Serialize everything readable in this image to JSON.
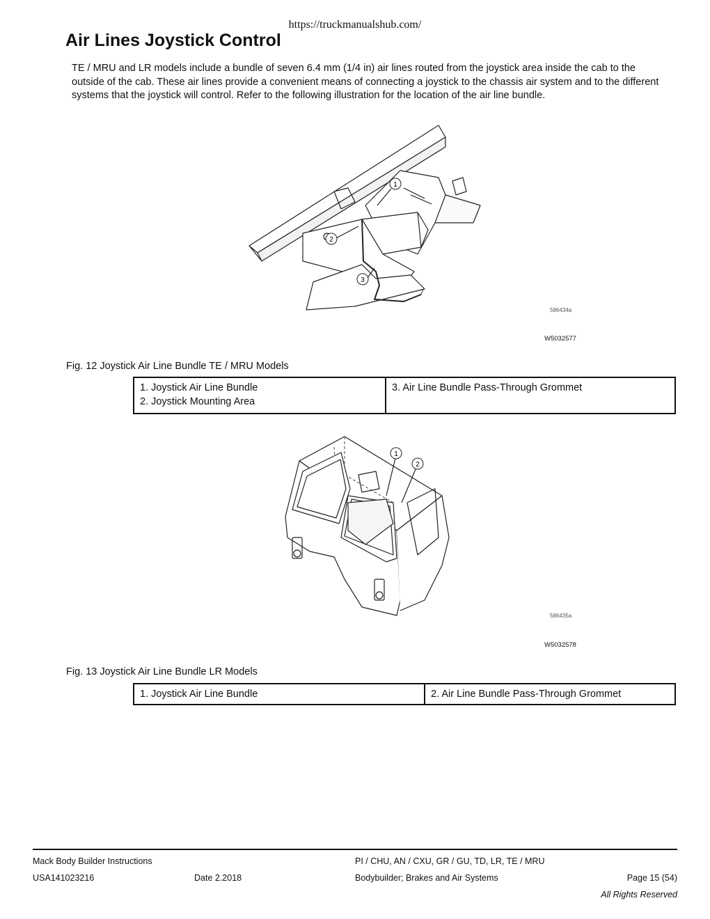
{
  "watermark_url": "https://truckmanualshub.com/",
  "title": "Air Lines Joystick Control",
  "intro": "TE / MRU and LR models include a bundle of seven 6.4 mm (1/4 in) air lines routed from the joystick area inside the cab to the outside of the cab. These air lines provide a convenient means of connecting a joystick to the chassis air system and to the different systems that the joystick will control. Refer to the following illustration for the location of the air line bundle.",
  "figure12": {
    "image_code": "586434a",
    "drawing_code": "W5032577",
    "callouts": [
      "1",
      "2",
      "3"
    ],
    "caption": "Fig. 12 Joystick Air Line Bundle TE / MRU Models",
    "legend_col1": [
      "1. Joystick Air Line Bundle",
      "2. Joystick Mounting Area"
    ],
    "legend_col2": [
      "3. Air Line Bundle Pass-Through Grommet"
    ]
  },
  "figure13": {
    "image_code": "586435a",
    "drawing_code": "W5032578",
    "callouts": [
      "1",
      "2"
    ],
    "caption": "Fig. 13 Joystick Air Line Bundle LR Models",
    "legend_col1": [
      "1. Joystick Air Line Bundle"
    ],
    "legend_col2": [
      "2. Air Line Bundle Pass-Through Grommet"
    ]
  },
  "footer": {
    "doc_title": "Mack Body Builder Instructions",
    "models": "PI / CHU, AN / CXU, GR / GU, TD,  LR, TE / MRU",
    "doc_number": "USA141023216",
    "date": "Date 2.2018",
    "section": "Bodybuilder; Brakes and Air Systems",
    "page": "Page 15 (54)",
    "rights": "All Rights Reserved"
  }
}
